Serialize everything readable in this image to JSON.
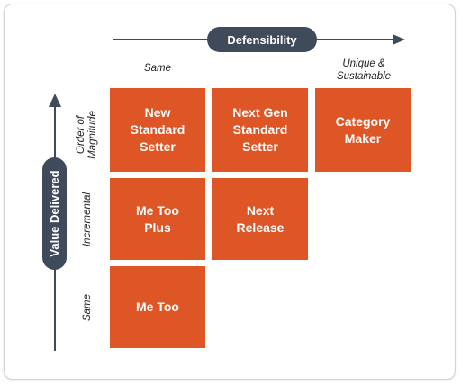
{
  "axes": {
    "horizontal_label": "Defensibility",
    "vertical_label": "Value Delivered"
  },
  "columns": {
    "left": "Same",
    "right": "Unique &\nSustainable"
  },
  "rows": {
    "top": "Order of\nMagnitude",
    "middle": "Incremental",
    "bottom": "Same"
  },
  "cells": {
    "new_standard_setter": "New\nStandard\nSetter",
    "next_gen_standard_setter": "Next Gen\nStandard\nSetter",
    "category_maker": "Category\nMaker",
    "me_too_plus": "Me Too\nPlus",
    "next_release": "Next\nRelease",
    "me_too": "Me Too"
  },
  "colors": {
    "cell_fill": "#df5626",
    "axis": "#3f4a5a"
  }
}
